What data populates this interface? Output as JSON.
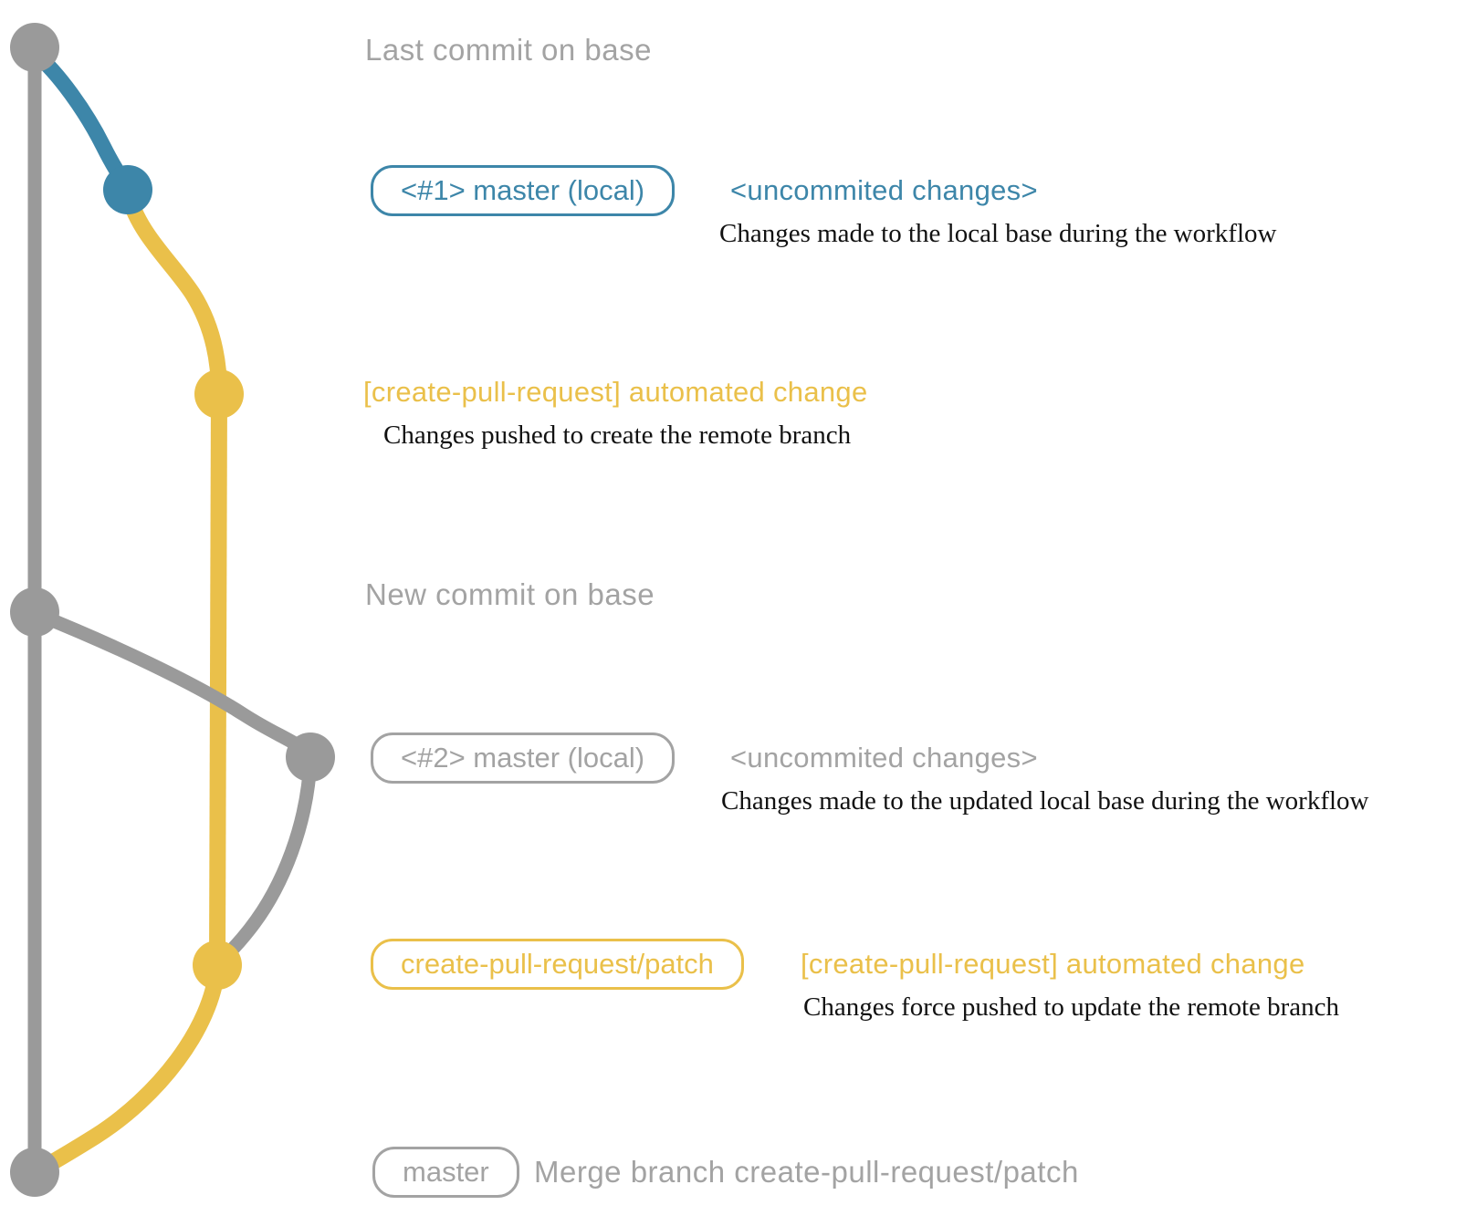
{
  "colors": {
    "graph_gray": "#9a9a9a",
    "text_gray": "#a3a3a3",
    "blue": "#3d86a9",
    "yellow": "#eac04a",
    "description_text": "#111111"
  },
  "rows": {
    "last_commit": {
      "title": "Last commit on base"
    },
    "commit1": {
      "badge": "<#1> master (local)",
      "heading": "<uncommited changes>",
      "description": "Changes made to the local base during the workflow"
    },
    "push1": {
      "heading": "[create-pull-request] automated change",
      "description": "Changes pushed to create the remote branch"
    },
    "new_commit": {
      "title": "New commit on base"
    },
    "commit2": {
      "badge": "<#2> master (local)",
      "heading": "<uncommited changes>",
      "description": "Changes made to the updated local base during the workflow"
    },
    "push2": {
      "badge": "create-pull-request/patch",
      "heading": "[create-pull-request] automated change",
      "description": "Changes force pushed to update the remote branch"
    },
    "merge": {
      "badge": "master",
      "heading": "Merge branch create-pull-request/patch"
    }
  }
}
